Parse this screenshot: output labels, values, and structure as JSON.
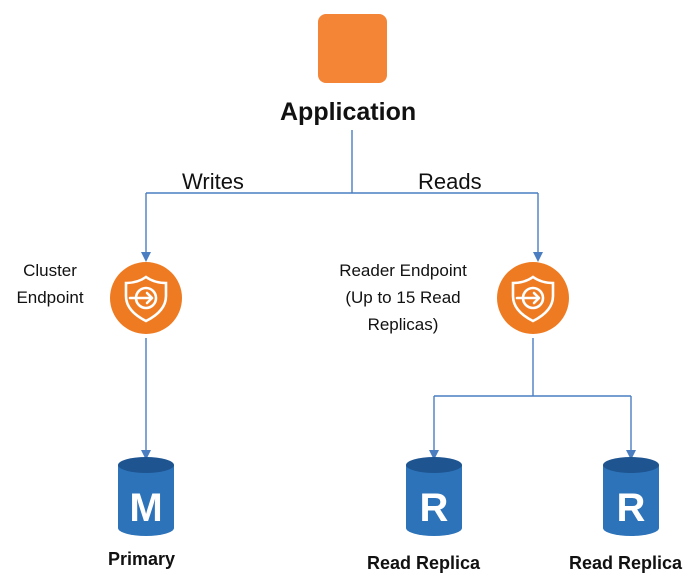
{
  "app": {
    "title": "Application"
  },
  "edges": {
    "writes": "Writes",
    "reads": "Reads"
  },
  "endpoints": {
    "cluster": {
      "line1": "Cluster",
      "line2": "Endpoint"
    },
    "reader": {
      "line1": "Reader Endpoint",
      "line2": "(Up to 15 Read",
      "line3": "Replicas)"
    }
  },
  "databases": {
    "primary": {
      "letter": "M",
      "caption": "Primary"
    },
    "replica1": {
      "letter": "R",
      "caption": "Read Replica"
    },
    "replica2": {
      "letter": "R",
      "caption": "Read Replica"
    }
  },
  "colors": {
    "app_orange": "#F58536",
    "endpoint_orange": "#EE7B22",
    "db_blue": "#2D73BA",
    "db_dark": "#1E5591",
    "line_blue": "#4A7EC0"
  },
  "icons": {
    "app": "application-box-icon",
    "endpoint": "shield-arrow-endpoint-icon",
    "database": "database-cylinder-icon"
  }
}
